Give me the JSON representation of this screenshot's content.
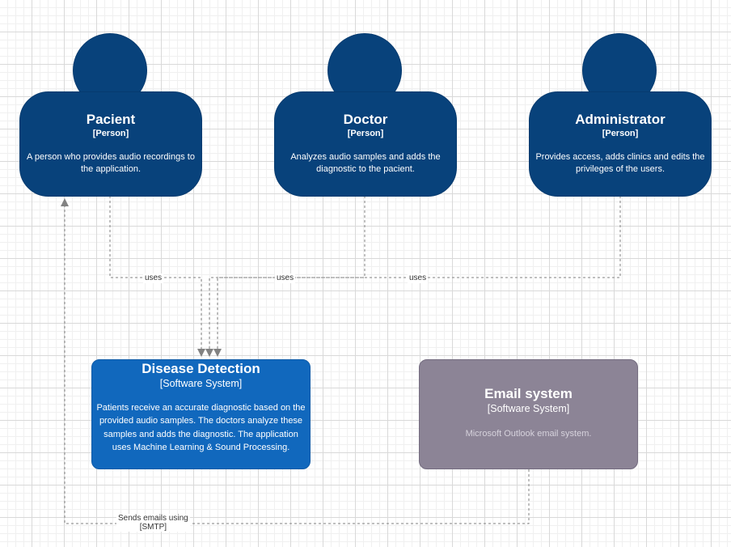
{
  "persons": [
    {
      "name": "Pacient",
      "type": "[Person]",
      "description": "A person who provides audio recordings to the application."
    },
    {
      "name": "Doctor",
      "type": "[Person]",
      "description": "Analyzes audio samples and adds the diagnostic to the pacient."
    },
    {
      "name": "Administrator",
      "type": "[Person]",
      "description": "Provides access, adds clinics and edits the privileges of the users."
    }
  ],
  "systems": {
    "disease_detection": {
      "name": "Disease Detection",
      "type": "[Software System]",
      "description": "Patients receive an accurate diagnostic based on the provided audio samples. The doctors analyze these samples and adds the diagnostic. The application uses Machine Learning & Sound Processing.",
      "color": "#1168bd"
    },
    "email_system": {
      "name": "Email system",
      "type": "[Software System]",
      "description": "Microsoft Outlook email system.",
      "color": "#8c8496"
    }
  },
  "relationships": {
    "pacient_uses": "uses",
    "doctor_uses": "uses",
    "administrator_uses": "uses",
    "email_label_line1": "Sends emails using",
    "email_label_line2": "[SMTP]"
  },
  "colors": {
    "person": "#08427b",
    "edge": "#828282"
  }
}
